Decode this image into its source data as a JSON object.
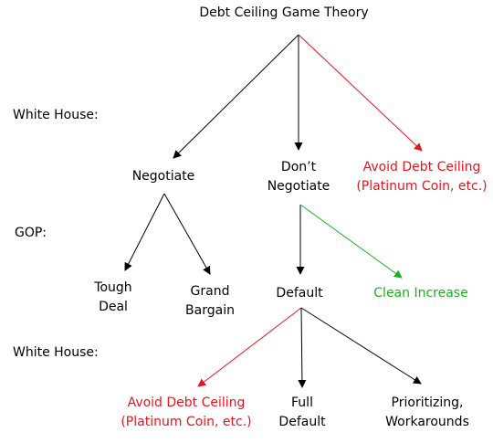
{
  "title": "Debt Ceiling Game Theory",
  "row_labels": {
    "white_house_1": "White House:",
    "gop": "GOP:",
    "white_house_2": "White House:"
  },
  "nodes": {
    "negotiate": "Negotiate",
    "dont_negotiate": [
      "Don’t",
      "Negotiate"
    ],
    "avoid_top": [
      "Avoid Debt Ceiling",
      "(Platinum Coin, etc.)"
    ],
    "tough_deal": [
      "Tough",
      "Deal"
    ],
    "grand_bargain": [
      "Grand",
      "Bargain"
    ],
    "default": "Default",
    "clean_increase": "Clean Increase",
    "avoid_bottom": [
      "Avoid Debt Ceiling",
      "(Platinum Coin, etc.)"
    ],
    "full_default": [
      "Full",
      "Default"
    ],
    "prioritizing": [
      "Prioritizing,",
      "Workarounds"
    ]
  },
  "colors": {
    "black": "#000000",
    "red": "#e8141e",
    "green": "#1fb01f"
  }
}
